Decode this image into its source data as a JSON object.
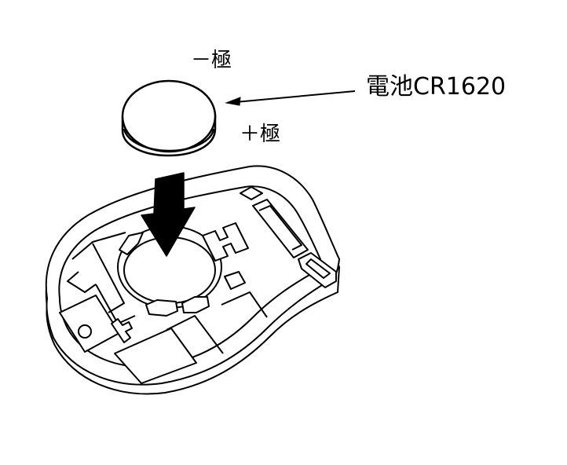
{
  "labels": {
    "negative_terminal": "－極",
    "positive_terminal": "＋極",
    "battery": "電池CR1620"
  },
  "colors": {
    "line": "#000000",
    "fill": "#ffffff",
    "arrow_fill": "#000000"
  }
}
